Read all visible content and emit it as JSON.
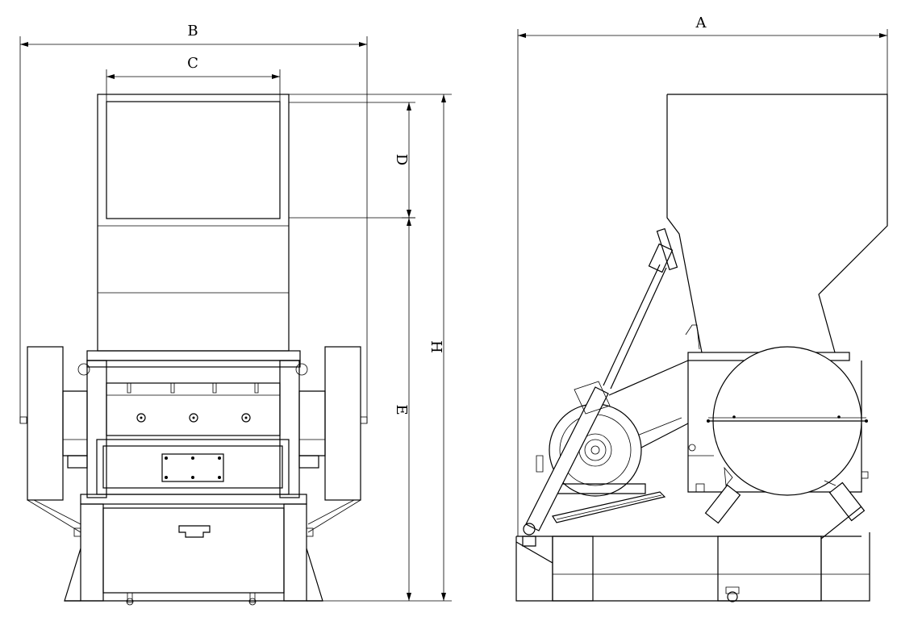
{
  "dimension_labels": {
    "A": "A",
    "B": "B",
    "C": "C",
    "D": "D",
    "E": "E",
    "H": "H"
  }
}
